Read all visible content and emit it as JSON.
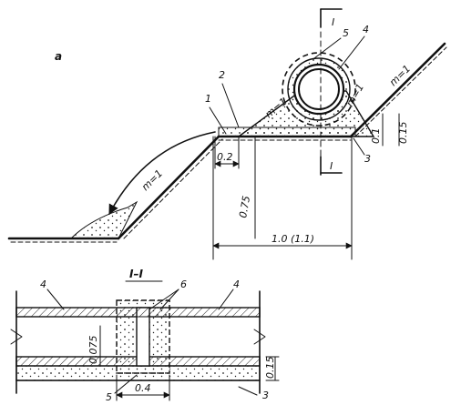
{
  "figure": {
    "panel_label": "a",
    "callouts": {
      "c1": "1",
      "c2": "2",
      "c3": "3",
      "c4": "4",
      "c5": "5"
    },
    "slope_labels": {
      "left": "m=1",
      "fill": "m=1",
      "right": "m=1",
      "small": "m=1"
    },
    "dimensions": {
      "berm": "0.2",
      "height": "0.75",
      "width": "1.0 (1.1)",
      "d1": "0.1",
      "d2": "0.15"
    },
    "section_marker": "I"
  },
  "section": {
    "title": "I–I",
    "callouts": {
      "c4a": "4",
      "c4b": "4",
      "c6": "6",
      "c5": "5",
      "c3": "3"
    },
    "dimensions": {
      "gap": "0.4",
      "left": "0.075",
      "right": "0.15"
    }
  }
}
